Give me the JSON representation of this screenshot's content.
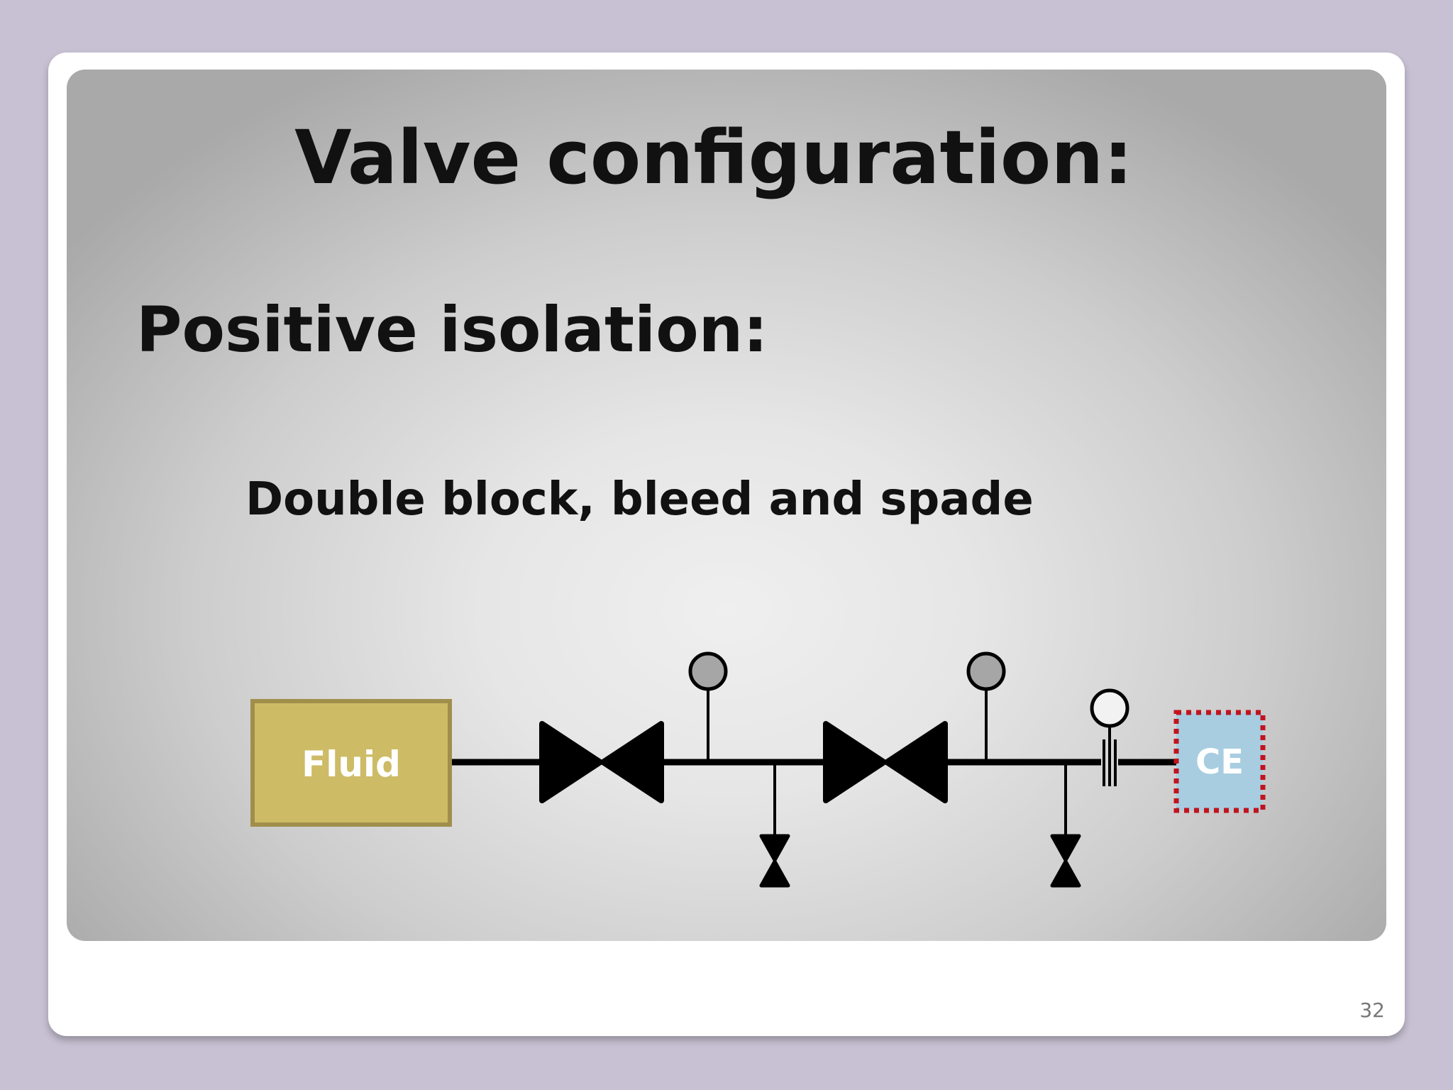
{
  "slide": {
    "title": "Valve configuration:",
    "heading": "Positive isolation:",
    "subheading": "Double block, bleed and spade",
    "page_number": "32"
  },
  "diagram": {
    "source_label": "Fluid",
    "target_label": "CE",
    "colors": {
      "fluid_fill": "#cdbb66",
      "fluid_border": "#a08e4c",
      "ce_fill": "#a8cde0",
      "ce_border": "#c0141e",
      "gauge_fill": "#a6a6a6",
      "spade_gauge_fill": "#f2f2f2",
      "line": "#000000"
    }
  }
}
